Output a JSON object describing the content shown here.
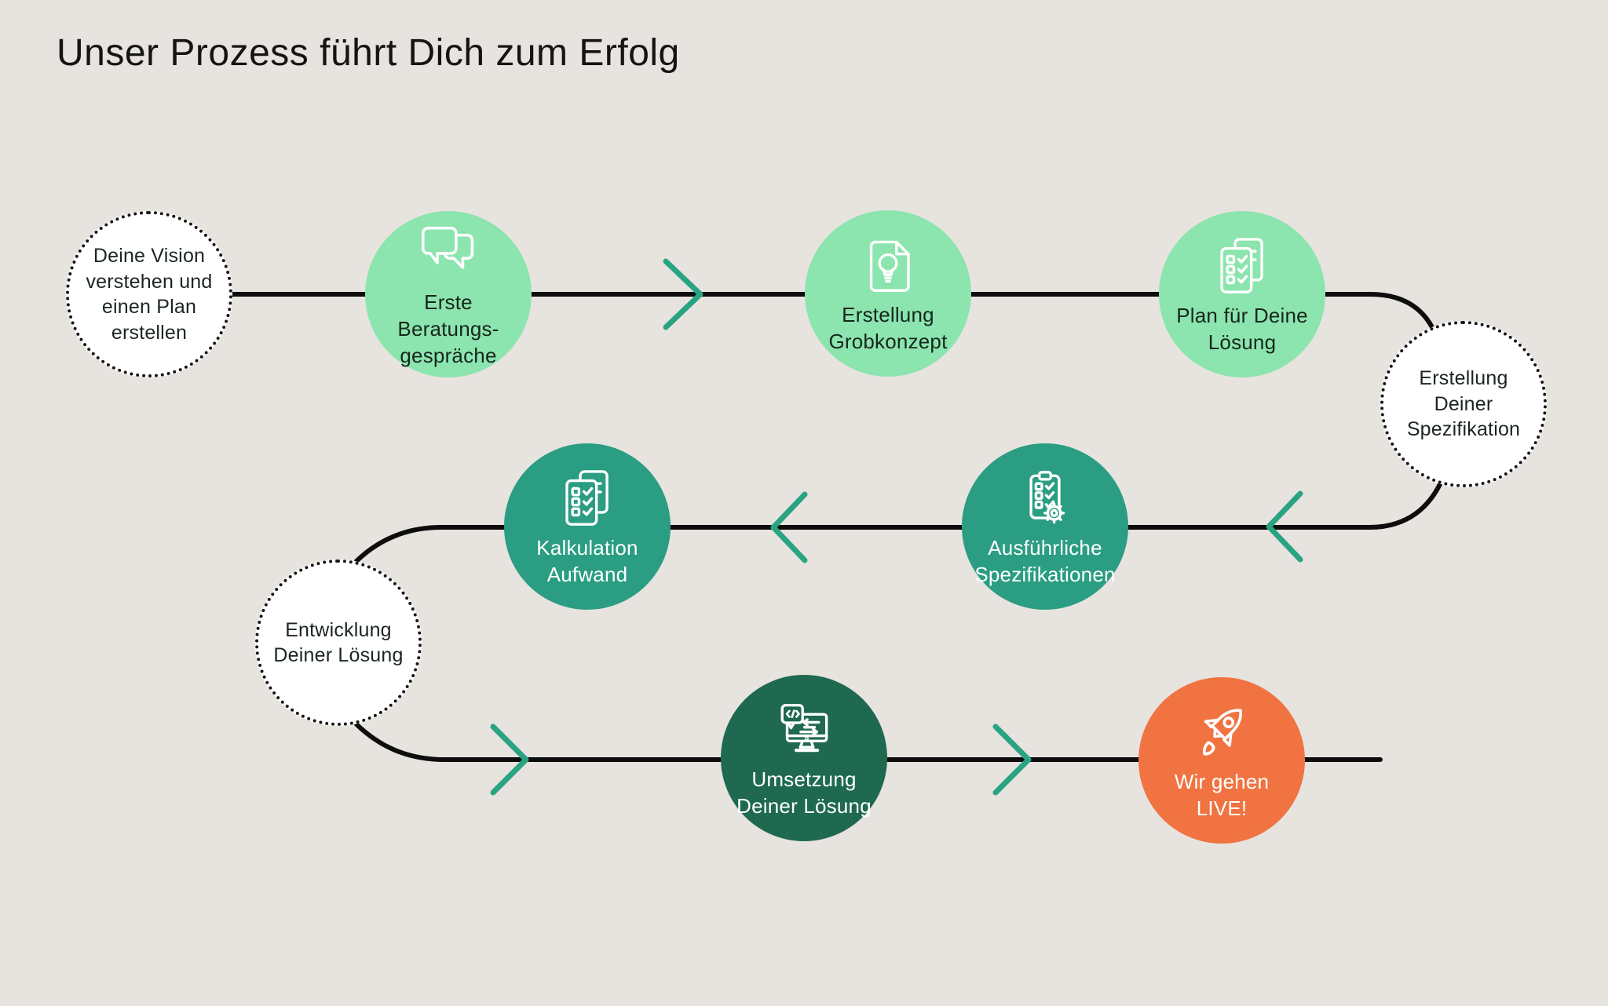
{
  "title": "Unser Prozess führt Dich zum Erfolg",
  "colors": {
    "background": "#E7E3DF",
    "step_light_green": "#8CE5AE",
    "step_teal": "#2A9D82",
    "step_dark_green": "#1E6950",
    "step_orange": "#F07341",
    "arrow_green": "#2AA383",
    "connector_line": "#0D0D0D",
    "milestone_fill": "#FFFFFF",
    "milestone_dotted_border": "#161616",
    "text_dark": "#17261E",
    "text_light": "#FFFFFF"
  },
  "steps": [
    {
      "label": "Deine Vision\nverstehen und\neinen Plan\nerstellen",
      "type": "milestone"
    },
    {
      "label": "Erste\nBeratungs-\ngespräche",
      "type": "step",
      "color": "#8CE5AE",
      "icon": "chat-bubbles-icon"
    },
    {
      "label": "Erstellung\nGrobkonzept",
      "type": "step",
      "color": "#8CE5AE",
      "icon": "document-idea-icon"
    },
    {
      "label": "Plan für Deine\nLösung",
      "type": "step",
      "color": "#8CE5AE",
      "icon": "checklist-pages-icon"
    },
    {
      "label": "Erstellung\nDeiner\nSpezifikation",
      "type": "milestone"
    },
    {
      "label": "Ausführliche\nSpezifikationen",
      "type": "step",
      "color": "#2A9D82",
      "icon": "clipboard-gear-icon"
    },
    {
      "label": "Kalkulation\nAufwand",
      "type": "step",
      "color": "#2A9D82",
      "icon": "checklist-pages-icon"
    },
    {
      "label": "Entwicklung\nDeiner Lösung",
      "type": "milestone"
    },
    {
      "label": "Umsetzung\nDeiner Lösung",
      "type": "step",
      "color": "#1E6950",
      "icon": "monitor-code-icon"
    },
    {
      "label": "Wir gehen\nLIVE!",
      "type": "step",
      "color": "#F07341",
      "icon": "rocket-icon"
    }
  ]
}
